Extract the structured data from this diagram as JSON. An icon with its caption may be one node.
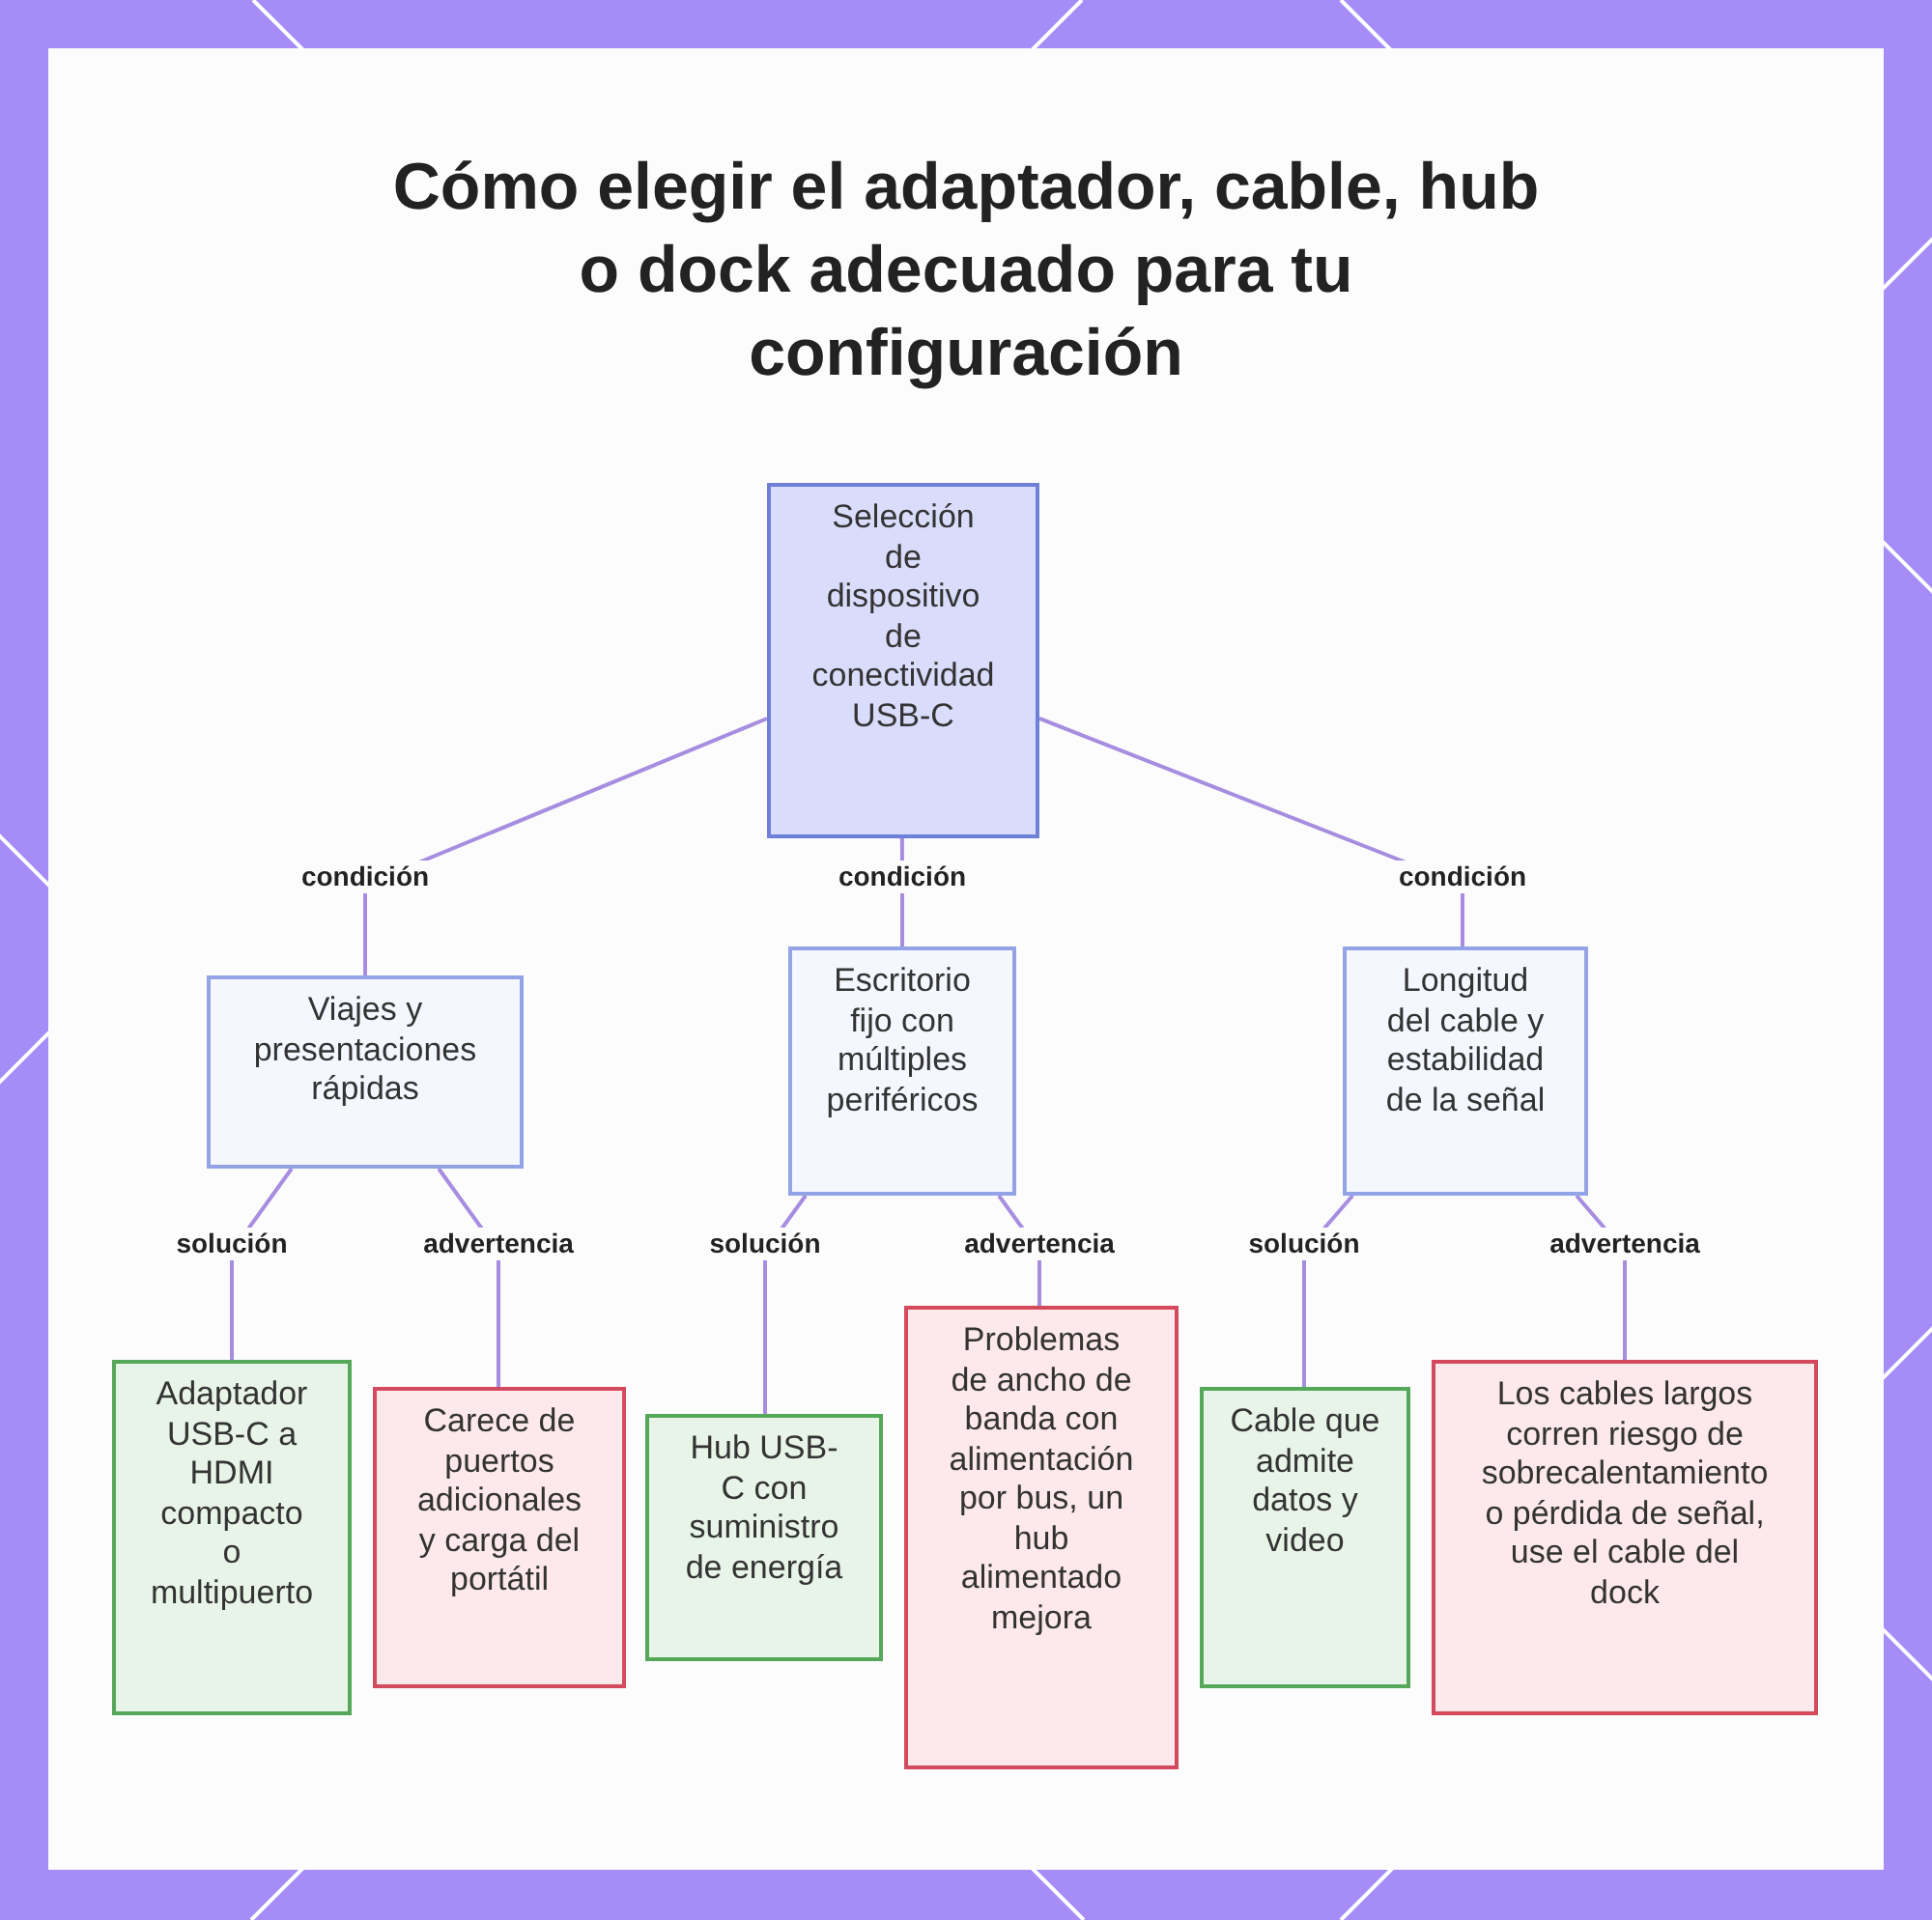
{
  "diagram": {
    "title": "Cómo elegir el adaptador, cable, hub o dock adecuado para tu configuración",
    "nodes": [
      {
        "text": [
          "Selección de dispositivo de conectividad USB-C"
        ]
      },
      {
        "text": [
          "Viajes y presentaciones rápidas"
        ]
      },
      {
        "text": [
          "Escritorio fijo con múltiples periféricos"
        ]
      },
      {
        "text": [
          "Longitud del cable y estabilidad de la señal"
        ]
      },
      {
        "text": [
          "Adaptador USB-C a HDMI compacto o multipuerto"
        ]
      },
      {
        "text": [
          "Carece de puertos adicionales y carga del portátil"
        ]
      },
      {
        "text": [
          "Hub USB-C con suministro de energía"
        ]
      },
      {
        "text": [
          "Problemas de ancho de banda con alimentación por bus, un hub alimentado mejora"
        ]
      },
      {
        "text": [
          "Cable que admite datos y video"
        ]
      },
      {
        "text": [
          "Los cables largos corren riesgo de sobrecalentamiento o pérdida de señal, use el cable del dock"
        ]
      }
    ],
    "edges": [
      {
        "from": 0,
        "to": 1,
        "arrow": "none",
        "label": "condición"
      },
      {
        "from": 0,
        "to": 2,
        "arrow": "none",
        "label": "condición"
      },
      {
        "from": 0,
        "to": 3,
        "arrow": "none",
        "label": "condición"
      },
      {
        "from": 1,
        "to": 4,
        "arrow": "none",
        "label": "solución"
      },
      {
        "from": 1,
        "to": 5,
        "arrow": "none",
        "label": "advertencia"
      },
      {
        "from": 2,
        "to": 6,
        "arrow": "none",
        "label": "solución"
      },
      {
        "from": 2,
        "to": 7,
        "arrow": "none",
        "label": "advertencia"
      },
      {
        "from": 3,
        "to": 8,
        "arrow": "none",
        "label": "solución"
      },
      {
        "from": 3,
        "to": 9,
        "arrow": "none",
        "label": "advertencia"
      }
    ]
  }
}
